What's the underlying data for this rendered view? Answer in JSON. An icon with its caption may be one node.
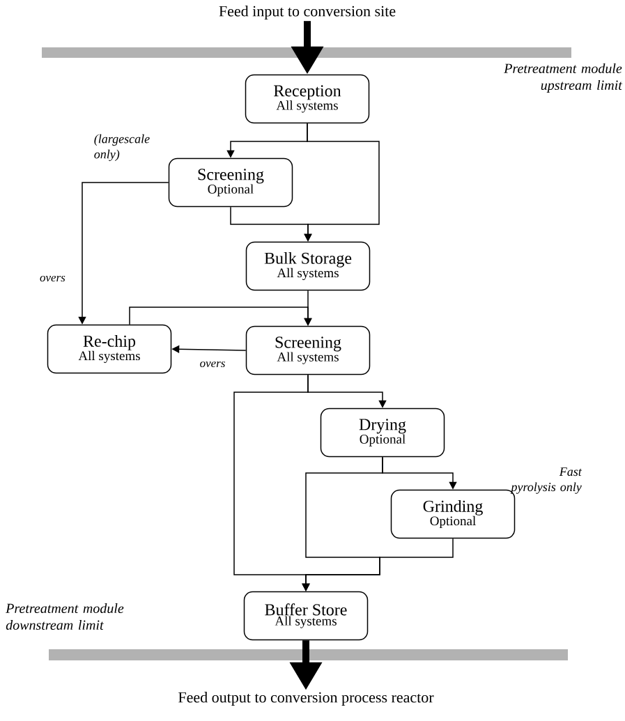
{
  "diagram": {
    "nodes": [
      {
        "text": [
          "Feed input to conversion site"
        ]
      },
      {
        "text": [
          "Reception",
          "All systems"
        ]
      },
      {
        "text": [
          "Screening",
          "Optional"
        ],
        "beside": [
          "(largescale only)"
        ]
      },
      {
        "text": [
          "Bulk Storage",
          "All systems"
        ]
      },
      {
        "text": [
          "Re-chip",
          "All systems"
        ]
      },
      {
        "text": [
          "Screening",
          "All systems"
        ]
      },
      {
        "text": [
          "Drying",
          "Optional"
        ]
      },
      {
        "text": [
          "Grinding",
          "Optional"
        ],
        "beside": [
          "Fast pyrolysis only"
        ]
      },
      {
        "text": [
          "Buffer Store",
          "All systems"
        ]
      },
      {
        "text": [
          "Feed output to conversion process reactor"
        ]
      }
    ],
    "edges": [
      {
        "from": 0,
        "to": 1,
        "arrow": "to",
        "style": "thick"
      },
      {
        "from": 1,
        "to": 2,
        "arrow": "to"
      },
      {
        "from": 1,
        "to": 3,
        "arrow": "to"
      },
      {
        "from": 2,
        "to": 3,
        "arrow": "to"
      },
      {
        "from": 2,
        "to": 4,
        "arrow": "to",
        "label": "overs"
      },
      {
        "from": 3,
        "to": 5,
        "arrow": "to"
      },
      {
        "from": 4,
        "to": 5,
        "arrow": "to"
      },
      {
        "from": 5,
        "to": 4,
        "arrow": "to",
        "label": "overs"
      },
      {
        "from": 5,
        "to": 6,
        "arrow": "to"
      },
      {
        "from": 5,
        "to": 8,
        "arrow": "to"
      },
      {
        "from": 6,
        "to": 7,
        "arrow": "to"
      },
      {
        "from": 6,
        "to": 8,
        "arrow": "to"
      },
      {
        "from": 7,
        "to": 8,
        "arrow": "to"
      },
      {
        "from": 8,
        "to": 9,
        "arrow": "to",
        "style": "thick"
      }
    ],
    "labels": [
      "Pretreatment module upstream limit",
      "Pretreatment module downstream limit"
    ]
  }
}
